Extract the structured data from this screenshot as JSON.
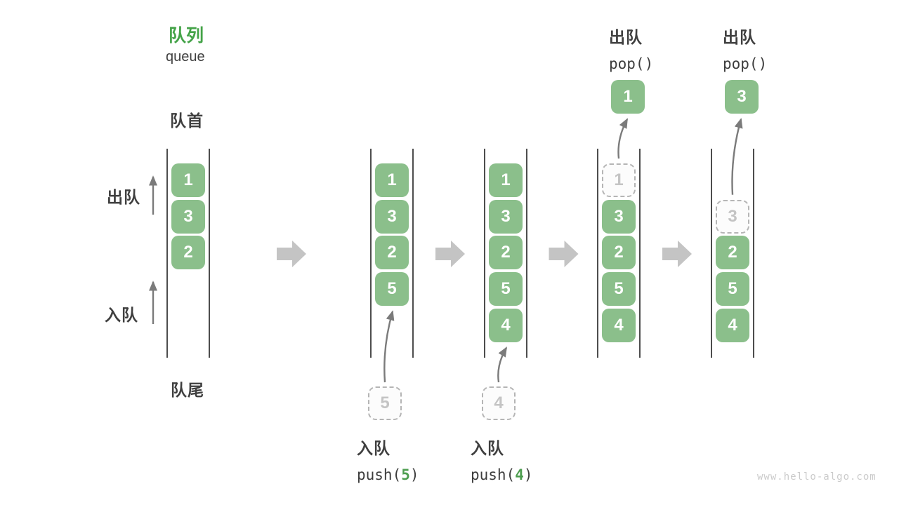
{
  "header": {
    "title_zh": "队列",
    "title_en": "queue"
  },
  "side_labels": {
    "front": "队首",
    "rear": "队尾",
    "dequeue": "出队",
    "enqueue": "入队"
  },
  "watermark": "www.hello-algo.com",
  "colors": {
    "box_green": "#8bbf8b",
    "title_green": "#44a348",
    "arg_green": "#4e9e50",
    "dark_text": "#3f3f3f",
    "column_line": "#4d4d4d",
    "block_arrow": "#c4c4c4",
    "thin_arrow": "#7b7b7b",
    "dashed_border": "#b5b5b5",
    "dashed_text": "#c4c4c4",
    "watermark_gray": "#cbcbcb"
  },
  "queue_states": [
    {
      "slots": [
        "1",
        "3",
        "2",
        null,
        null
      ]
    },
    {
      "slots": [
        "1",
        "3",
        "2",
        "5",
        null
      ],
      "incoming": "5",
      "op_label": {
        "line1": "入队",
        "code_before": "push(",
        "arg": "5",
        "code_after": ")"
      }
    },
    {
      "slots": [
        "1",
        "3",
        "2",
        "5",
        "4"
      ],
      "incoming": "4",
      "op_label": {
        "line1": "入队",
        "code_before": "push(",
        "arg": "4",
        "code_after": ")"
      }
    },
    {
      "slots": [
        {
          "v": "1",
          "dashed": true
        },
        "3",
        "2",
        "5",
        "4"
      ],
      "popped": "1",
      "op_top": {
        "line1": "出队",
        "line2": "pop()"
      }
    },
    {
      "slots": [
        null,
        {
          "v": "3",
          "dashed": true
        },
        "2",
        "5",
        "4"
      ],
      "popped": "3",
      "op_top": {
        "line1": "出队",
        "line2": "pop()"
      }
    }
  ]
}
